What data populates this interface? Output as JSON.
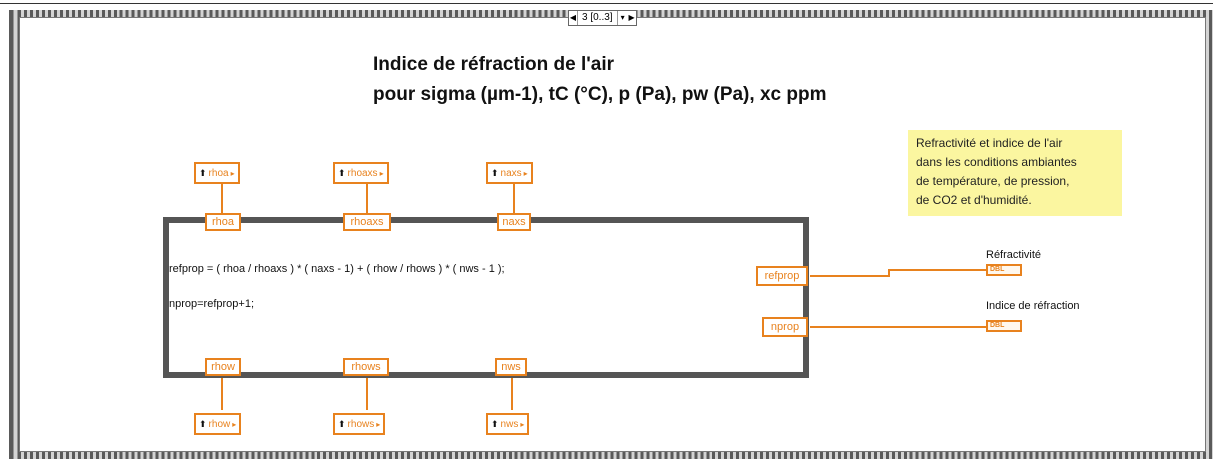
{
  "sequence": {
    "selector_label": "3 [0..3]",
    "prev_glyph": "◀",
    "next_glyph": "▶",
    "dropdown_glyph": "▾"
  },
  "heading": {
    "line1": "Indice de réfraction de l'air",
    "line2": "pour sigma (µm-1), tC (°C), p (Pa), pw (Pa), xc ppm"
  },
  "note": {
    "lines": [
      "Refractivité et indice de l'air",
      "dans les conditions ambiantes",
      "de température, de pression,",
      "de CO2 et d'humidité."
    ]
  },
  "formula": {
    "line1": "refprop = ( rhoa / rhoaxs ) * ( naxs - 1) + ( rhow / rhows ) * ( nws - 1 );",
    "line2": "nprop=refprop+1;",
    "inputs_top": [
      "rhoa",
      "rhoaxs",
      "naxs"
    ],
    "inputs_bottom": [
      "rhow",
      "rhows",
      "nws"
    ],
    "outputs": [
      "refprop",
      "nprop"
    ]
  },
  "locals": {
    "arrow_glyph": "⬆",
    "tri_glyph": "▸",
    "top": [
      "rhoa",
      "rhoaxs",
      "naxs"
    ],
    "bottom": [
      "rhow",
      "rhows",
      "nws"
    ]
  },
  "indicators": [
    {
      "label": "Réfractivité",
      "type": "DBL"
    },
    {
      "label": "Indice de réfraction",
      "type": "DBL"
    }
  ],
  "colors": {
    "wire": "#e8821e",
    "note_bg": "#fbf6a0",
    "frame": "#555555"
  }
}
